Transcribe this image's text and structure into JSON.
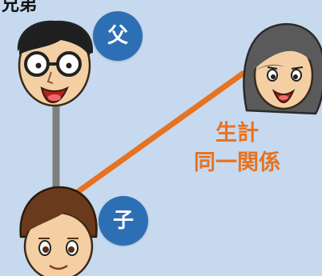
{
  "diagram": {
    "top_cut_text": "兄弟",
    "father_label": "父",
    "child_label": "子",
    "relation_label_lines": [
      "生計",
      "同一関係"
    ],
    "colors": {
      "background": "#c6d9ef",
      "badge": "#2d6fb4",
      "accent": "#e8721f",
      "connector": "#7f7f7f"
    },
    "icons": [
      "father-face-icon",
      "mother-face-icon",
      "child-face-icon"
    ]
  }
}
